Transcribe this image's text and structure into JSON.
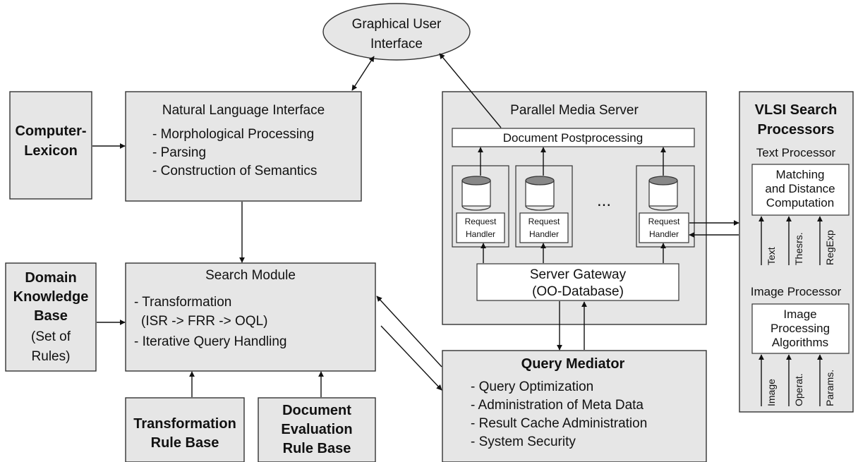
{
  "gui": {
    "line1": "Graphical User",
    "line2": "Interface"
  },
  "lexicon": {
    "line1": "Computer-",
    "line2": "Lexicon"
  },
  "nli": {
    "title": "Natural Language Interface",
    "items": [
      "- Morphological Processing",
      "- Parsing",
      "- Construction of Semantics"
    ]
  },
  "dkb": {
    "lines": [
      "Domain",
      "Knowledge",
      "Base",
      "(Set of",
      "Rules)"
    ]
  },
  "search": {
    "title": "Search Module",
    "items": [
      "- Transformation",
      "(ISR -> FRR -> OQL)",
      "- Iterative Query Handling"
    ]
  },
  "trb": {
    "line1": "Transformation",
    "line2": "Rule Base"
  },
  "derb": {
    "line1": "Document",
    "line2": "Evaluation",
    "line3": "Rule Base"
  },
  "pms": {
    "title": "Parallel Media Server",
    "postprocessing": "Document Postprocessing",
    "handler_line1": "Request",
    "handler_line2": "Handler",
    "ellipsis": "...",
    "gateway_line1": "Server Gateway",
    "gateway_line2": "(OO-Database)"
  },
  "qm": {
    "title": "Query Mediator",
    "items": [
      "- Query Optimization",
      "- Administration of Meta Data",
      "- Result Cache Administration",
      "- System Security"
    ]
  },
  "vlsi": {
    "title_line1": "VLSI Search",
    "title_line2": "Processors",
    "text_proc": "Text Processor",
    "match_lines": [
      "Matching",
      "and Distance",
      "Computation"
    ],
    "text_inputs": [
      "Text",
      "Thesrs.",
      "RegExp"
    ],
    "image_proc": "Image Processor",
    "img_lines": [
      "Image",
      "Processing",
      "Algorithms"
    ],
    "image_inputs": [
      "Image",
      "Operat.",
      "Params."
    ]
  }
}
